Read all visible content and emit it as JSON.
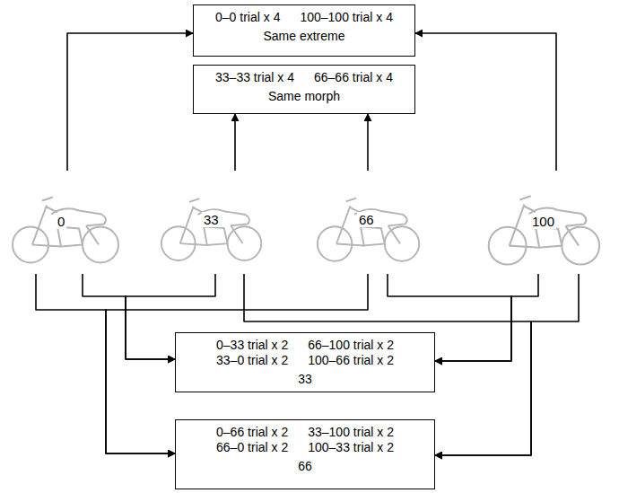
{
  "diagram": {
    "nodes": [
      {
        "text": [
          "0–0 trial x 4",
          "100–100 trial x 4",
          "Same extreme"
        ]
      },
      {
        "text": [
          "33–33 trial x 4",
          "66–66 trial x 4",
          "Same morph"
        ]
      },
      {
        "text": [
          "0"
        ]
      },
      {
        "text": [
          "33"
        ]
      },
      {
        "text": [
          "66"
        ]
      },
      {
        "text": [
          "100"
        ]
      },
      {
        "text": [
          "0–33 trial x 2",
          "66–100 trial x 2",
          "33–0 trial x 2",
          "100–66 trial x 2",
          "33"
        ]
      },
      {
        "text": [
          "0–66 trial x 2",
          "33–100 trial x 2",
          "66–0 trial x 2",
          "100–33 trial x 2",
          "66"
        ]
      }
    ],
    "edges": [
      {
        "from": 2,
        "to": 0,
        "arrow": "to"
      },
      {
        "from": 5,
        "to": 0,
        "arrow": "to"
      },
      {
        "from": 3,
        "to": 1,
        "arrow": "to"
      },
      {
        "from": 4,
        "to": 1,
        "arrow": "to"
      },
      {
        "from": 2,
        "to": 6,
        "arrow": "to"
      },
      {
        "from": 3,
        "to": 6,
        "arrow": "to"
      },
      {
        "from": 4,
        "to": 6,
        "arrow": "to"
      },
      {
        "from": 5,
        "to": 6,
        "arrow": "to"
      },
      {
        "from": 2,
        "to": 7,
        "arrow": "to"
      },
      {
        "from": 4,
        "to": 7,
        "arrow": "to"
      },
      {
        "from": 3,
        "to": 7,
        "arrow": "to"
      },
      {
        "from": 5,
        "to": 7,
        "arrow": "to"
      }
    ]
  }
}
